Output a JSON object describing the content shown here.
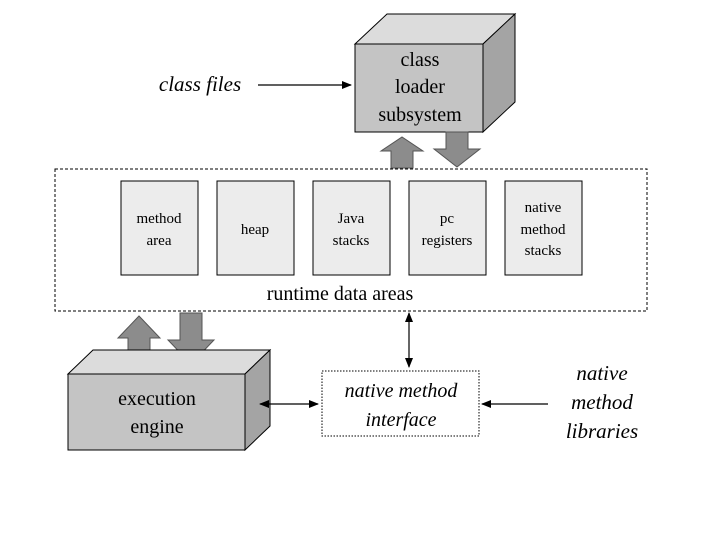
{
  "class_files_label": "class files",
  "class_loader": {
    "lines": [
      "class",
      "loader",
      "subsystem"
    ]
  },
  "runtime_data_areas": {
    "label": "runtime data areas",
    "boxes": [
      {
        "lines": [
          "method",
          "area"
        ]
      },
      {
        "lines": [
          "heap"
        ]
      },
      {
        "lines": [
          "Java",
          "stacks"
        ]
      },
      {
        "lines": [
          "pc",
          "registers"
        ]
      },
      {
        "lines": [
          "native",
          "method",
          "stacks"
        ]
      }
    ]
  },
  "execution_engine": {
    "lines": [
      "execution",
      "engine"
    ]
  },
  "native_method_interface": {
    "lines": [
      "native method",
      "interface"
    ]
  },
  "native_method_libraries": {
    "lines": [
      "native",
      "method",
      "libraries"
    ]
  },
  "colors": {
    "cube_front": "#c4c4c4",
    "cube_top": "#dcdcdc",
    "cube_side": "#a4a4a4",
    "area_box": "#ececec",
    "block_arrow": "#8c8c8c"
  }
}
